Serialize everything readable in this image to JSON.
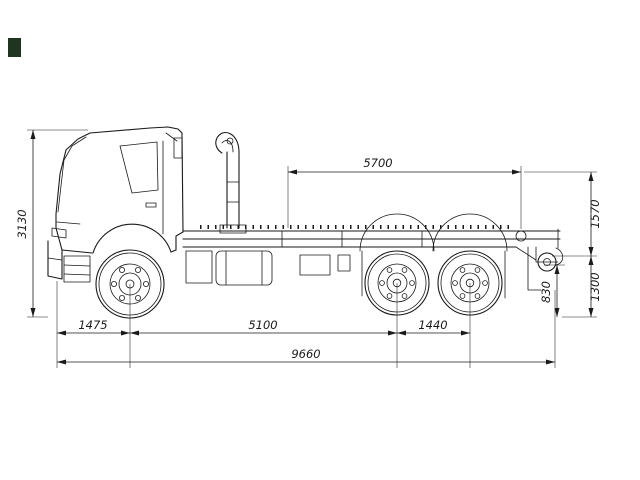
{
  "drawing": {
    "type": "technical-line-drawing",
    "subject": "hooklift truck chassis side view"
  },
  "colors": {
    "background": "#ffffff",
    "line": "#1a1a1a",
    "corner_mark": "#20351f"
  },
  "dimensions": {
    "body_equipment_length": "5700",
    "hook_height": "1570",
    "overall_height": "3130",
    "frame_height": "1300",
    "rear_hook_height": "830",
    "front_overhang": "1475",
    "wheelbase": "5100",
    "rear_bogie_spread": "1440",
    "overall_length": "9660"
  }
}
